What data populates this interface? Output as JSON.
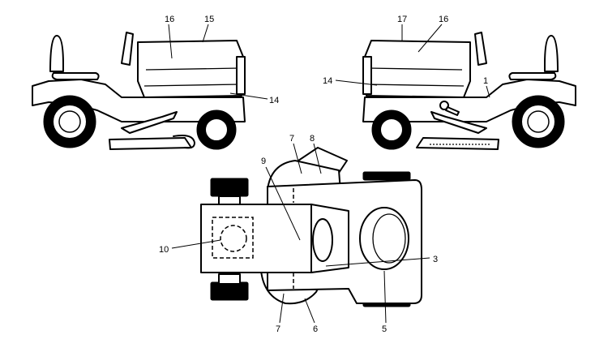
{
  "callouts": {
    "left_view": {
      "c16": "16",
      "c15": "15",
      "c14": "14"
    },
    "right_view": {
      "c17": "17",
      "c16": "16",
      "c14": "14",
      "c1": "1"
    },
    "top_view": {
      "c7_top": "7",
      "c8": "8",
      "c9": "9",
      "c10": "10",
      "c3": "3",
      "c7_bottom": "7",
      "c6": "6",
      "c5": "5"
    }
  }
}
